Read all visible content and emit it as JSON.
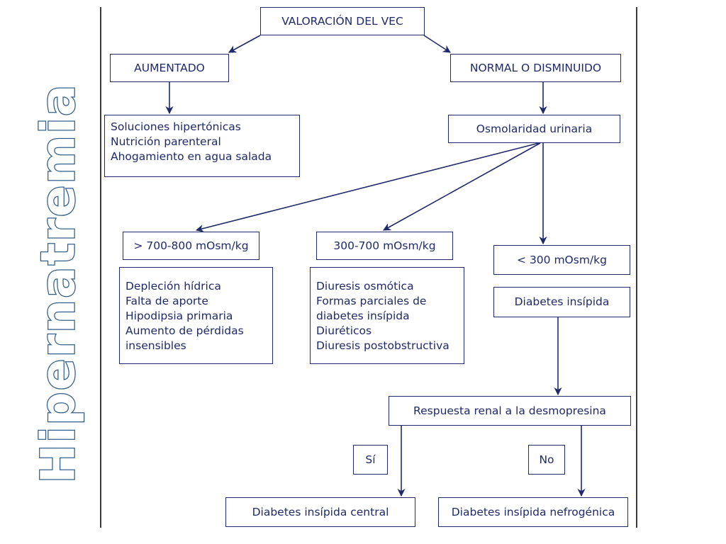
{
  "side_title": "Hipernatremia",
  "colors": {
    "box_border": "#1f2a6b",
    "text": "#1f2a6b",
    "side_title_stroke": "#2e5d8c"
  },
  "nodes": {
    "root": "VALORACIÓN DEL VEC",
    "aumentado": "AUMENTADO",
    "normal": "NORMAL O DISMINUIDO",
    "aumentado_causes": [
      "Soluciones hipertónicas",
      "Nutrición parenteral",
      "Ahogamiento en agua salada"
    ],
    "osmolaridad": "Osmolaridad urinaria",
    "high": "> 700-800 mOsm/kg",
    "mid": "300-700 mOsm/kg",
    "low": "< 300 mOsm/kg",
    "high_causes": [
      "Depleción hídrica",
      "Falta de aporte",
      "Hipodipsia primaria",
      "Aumento de pérdidas",
      "insensibles"
    ],
    "mid_causes": [
      "Diuresis osmótica",
      "Formas parciales de",
      "diabetes insípida",
      "Diuréticos",
      "Diuresis postobstructiva"
    ],
    "diabetes": "Diabetes insípida",
    "respuesta": "Respuesta renal a la desmopresina",
    "si": "Sí",
    "no": "No",
    "central": "Diabetes insípida central",
    "nefrogenica": "Diabetes insípida nefrogénica"
  }
}
